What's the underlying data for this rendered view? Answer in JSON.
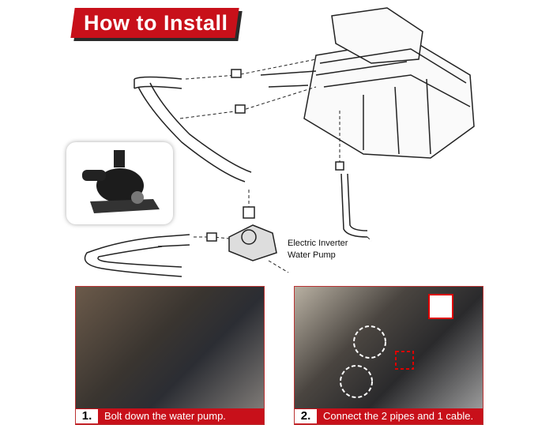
{
  "title": "How to Install",
  "diagram": {
    "label_line1": "Electric Inverter",
    "label_line2": "Water Pump"
  },
  "steps": [
    {
      "number": "1.",
      "text": "Bolt down the water pump."
    },
    {
      "number": "2.",
      "text": "Connect the 2 pipes and 1 cable."
    }
  ],
  "colors": {
    "accent": "#c8101a"
  }
}
